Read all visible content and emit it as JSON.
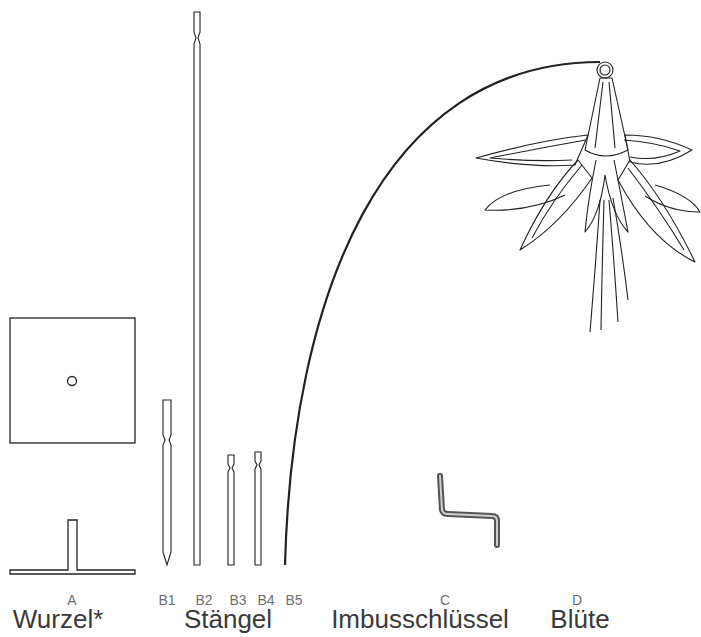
{
  "diagram": {
    "labels": [
      "A",
      "B1",
      "B2",
      "B3",
      "B4",
      "B5",
      "C",
      "D",
      "Wurzel*",
      "Stängel",
      "Imbusschlüssel",
      "Blüte"
    ]
  }
}
